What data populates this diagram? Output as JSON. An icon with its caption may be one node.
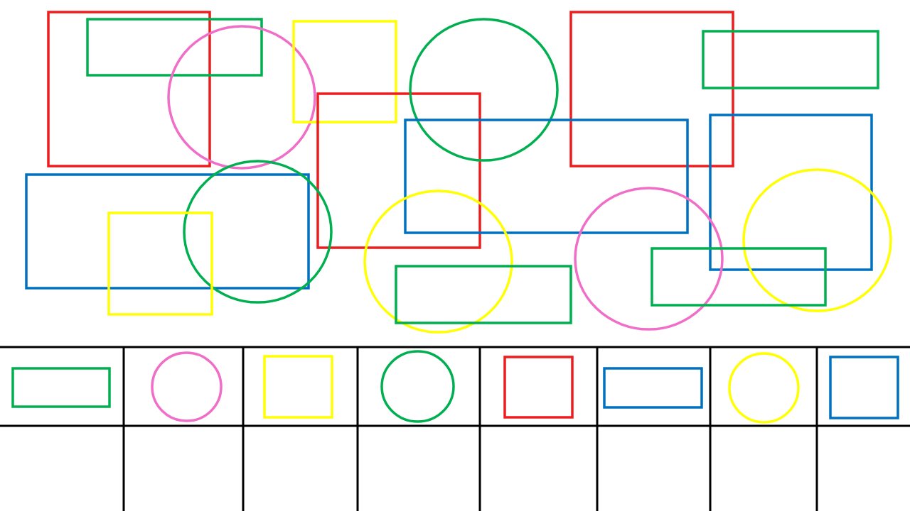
{
  "diagram": {
    "nodes": [
      {
        "text": [],
        "shape": "box"
      },
      {
        "text": [],
        "shape": "box"
      },
      {
        "text": [],
        "shape": "circle"
      },
      {
        "text": [],
        "shape": "box"
      },
      {
        "text": [],
        "shape": "box"
      },
      {
        "text": [],
        "shape": "circle"
      },
      {
        "text": [],
        "shape": "box"
      },
      {
        "text": [],
        "shape": "box"
      },
      {
        "text": [],
        "shape": "box"
      },
      {
        "text": [],
        "shape": "box"
      },
      {
        "text": [],
        "shape": "box"
      },
      {
        "text": [],
        "shape": "circle"
      },
      {
        "text": [],
        "shape": "box"
      },
      {
        "text": [],
        "shape": "circle"
      },
      {
        "text": [],
        "shape": "circle"
      },
      {
        "text": [],
        "shape": "circle"
      },
      {
        "text": [],
        "shape": "box"
      },
      {
        "text": [],
        "shape": "box"
      },
      {
        "text": [],
        "shape": "box"
      },
      {
        "text": [],
        "shape": "circle"
      },
      {
        "text": [],
        "shape": "box"
      },
      {
        "text": [],
        "shape": "circle"
      },
      {
        "text": [],
        "shape": "box"
      },
      {
        "text": [],
        "shape": "box"
      },
      {
        "text": [],
        "shape": "circle"
      },
      {
        "text": [],
        "shape": "box"
      }
    ]
  }
}
